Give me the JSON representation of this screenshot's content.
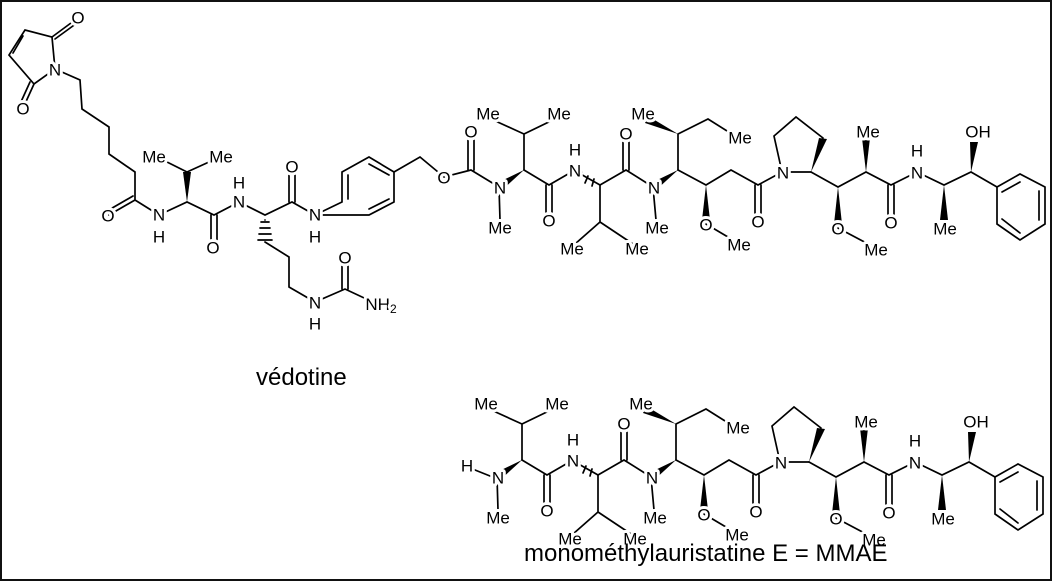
{
  "atoms": {
    "o": "O",
    "n": "N",
    "h": "H",
    "me": "Me",
    "oh": "OH",
    "nh2_main": "NH",
    "nh2_sub": "2"
  },
  "captions": {
    "vedotine": "védotine",
    "mmae": "monométhylauristatine E = MMAE"
  },
  "colors": {
    "ink": "#000000",
    "background": "#ffffff"
  }
}
